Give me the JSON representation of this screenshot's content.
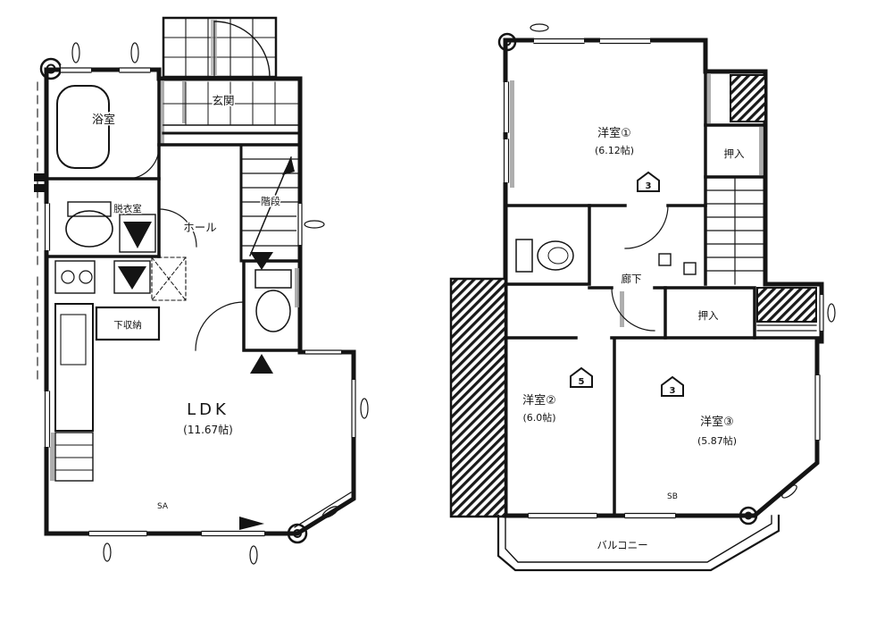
{
  "page": {
    "background": "#ffffff",
    "ink": "#141414",
    "gray_shadow": "#9a9a9a"
  },
  "floor1": {
    "bath_label": "浴室",
    "entrance_label": "玄関",
    "hall_label": "ホール",
    "stairs_label": "階段",
    "washroom_label": "脱衣室",
    "floor_storage_label": "下収納",
    "ldk_label": "LDK",
    "ldk_size": "(11.67帖)",
    "sash_mark": "SA"
  },
  "floor2": {
    "bedroom1_label": "洋室①",
    "bedroom1_size": "(6.12帖)",
    "closet_top_label": "押入",
    "corridor_label": "廊下",
    "closet_mid_label": "押入",
    "bedroom2_label": "洋室②",
    "bedroom2_size": "(6.0帖)",
    "bedroom3_label": "洋室③",
    "bedroom3_size": "(5.87帖)",
    "balcony_label": "バルコニー",
    "sash_mark": "SB",
    "alarm_marker_1": "3",
    "alarm_marker_2": "5",
    "alarm_marker_3": "3"
  }
}
